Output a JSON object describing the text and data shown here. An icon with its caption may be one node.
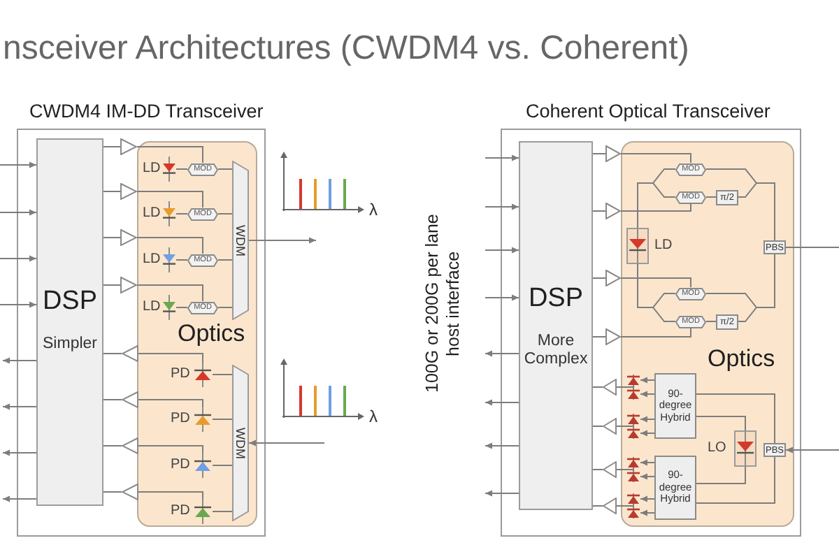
{
  "diagram": {
    "title": "nsceiver Architectures (CWDM4 vs. Coherent)",
    "nodes": [
      {
        "text": [
          "CWDM4 IM-DD Transceiver"
        ]
      },
      {
        "text": [
          "DSP",
          "Simpler"
        ],
        "in": 0
      },
      {
        "text": [
          "Optics"
        ],
        "in": 0
      },
      {
        "text": [],
        "shape": "triangle",
        "in": 0
      },
      {
        "text": [],
        "shape": "triangle",
        "in": 0
      },
      {
        "text": [],
        "shape": "triangle",
        "in": 0
      },
      {
        "text": [],
        "shape": "triangle",
        "in": 0
      },
      {
        "text": [
          "LD"
        ],
        "in": 2
      },
      {
        "text": [
          "LD"
        ],
        "in": 2
      },
      {
        "text": [
          "LD"
        ],
        "in": 2
      },
      {
        "text": [
          "LD"
        ],
        "in": 2
      },
      {
        "text": [
          "MOD"
        ],
        "in": 2
      },
      {
        "text": [
          "MOD"
        ],
        "in": 2
      },
      {
        "text": [
          "MOD"
        ],
        "in": 2
      },
      {
        "text": [
          "MOD"
        ],
        "in": 2
      },
      {
        "text": [
          "WDM"
        ],
        "in": 2
      },
      {
        "text": [],
        "shape": "triangle",
        "in": 0
      },
      {
        "text": [],
        "shape": "triangle",
        "in": 0
      },
      {
        "text": [],
        "shape": "triangle",
        "in": 0
      },
      {
        "text": [],
        "shape": "triangle",
        "in": 0
      },
      {
        "text": [
          "PD"
        ],
        "in": 2
      },
      {
        "text": [
          "PD"
        ],
        "in": 2
      },
      {
        "text": [
          "PD"
        ],
        "in": 2
      },
      {
        "text": [
          "PD"
        ],
        "in": 2
      },
      {
        "text": [
          "WDM"
        ],
        "in": 2
      },
      {
        "text": [
          "Coherent Optical Transceiver"
        ]
      },
      {
        "text": [
          "DSP",
          "More Complex"
        ],
        "in": 25
      },
      {
        "text": [
          "Optics"
        ],
        "in": 25
      },
      {
        "text": [],
        "shape": "triangle",
        "in": 25
      },
      {
        "text": [],
        "shape": "triangle",
        "in": 25
      },
      {
        "text": [],
        "shape": "triangle",
        "in": 25
      },
      {
        "text": [],
        "shape": "triangle",
        "in": 25
      },
      {
        "text": [
          "LD"
        ],
        "in": 27
      },
      {
        "text": [
          "MOD"
        ],
        "in": 27
      },
      {
        "text": [
          "MOD"
        ],
        "in": 27
      },
      {
        "text": [
          "MOD"
        ],
        "in": 27
      },
      {
        "text": [
          "MOD"
        ],
        "in": 27
      },
      {
        "text": [
          "π/2"
        ],
        "in": 27
      },
      {
        "text": [
          "π/2"
        ],
        "in": 27
      },
      {
        "text": [
          "PBS"
        ],
        "in": 27
      },
      {
        "text": [],
        "shape": "triangle",
        "in": 25
      },
      {
        "text": [],
        "shape": "triangle",
        "in": 25
      },
      {
        "text": [],
        "shape": "triangle",
        "in": 25
      },
      {
        "text": [],
        "shape": "triangle",
        "in": 25
      },
      {
        "text": [],
        "shape": "diode",
        "in": 27
      },
      {
        "text": [],
        "shape": "diode",
        "in": 27
      },
      {
        "text": [],
        "shape": "diode",
        "in": 27
      },
      {
        "text": [],
        "shape": "diode",
        "in": 27
      },
      {
        "text": [],
        "shape": "diode",
        "in": 27
      },
      {
        "text": [],
        "shape": "diode",
        "in": 27
      },
      {
        "text": [],
        "shape": "diode",
        "in": 27
      },
      {
        "text": [],
        "shape": "diode",
        "in": 27
      },
      {
        "text": [
          "90-degree Hybrid"
        ],
        "in": 27
      },
      {
        "text": [
          "90-degree Hybrid"
        ],
        "in": 27
      },
      {
        "text": [
          "LO"
        ],
        "in": 27
      },
      {
        "text": [
          "PBS"
        ],
        "in": 27
      }
    ],
    "edges": [
      {
        "from": null,
        "to": 1,
        "arrow": "to"
      },
      {
        "from": null,
        "to": 1,
        "arrow": "to"
      },
      {
        "from": null,
        "to": 1,
        "arrow": "to"
      },
      {
        "from": null,
        "to": 1,
        "arrow": "to"
      },
      {
        "from": 1,
        "to": null,
        "arrow": "to"
      },
      {
        "from": 1,
        "to": null,
        "arrow": "to"
      },
      {
        "from": 1,
        "to": null,
        "arrow": "to"
      },
      {
        "from": 1,
        "to": null,
        "arrow": "to"
      },
      {
        "from": 1,
        "to": 3,
        "arrow": "none"
      },
      {
        "from": 1,
        "to": 4,
        "arrow": "none"
      },
      {
        "from": 1,
        "to": 5,
        "arrow": "none"
      },
      {
        "from": 1,
        "to": 6,
        "arrow": "none"
      },
      {
        "from": 3,
        "to": 11,
        "arrow": "none"
      },
      {
        "from": 4,
        "to": 12,
        "arrow": "none"
      },
      {
        "from": 5,
        "to": 13,
        "arrow": "none"
      },
      {
        "from": 6,
        "to": 14,
        "arrow": "none"
      },
      {
        "from": 7,
        "to": 11,
        "arrow": "none"
      },
      {
        "from": 8,
        "to": 12,
        "arrow": "none"
      },
      {
        "from": 9,
        "to": 13,
        "arrow": "none"
      },
      {
        "from": 10,
        "to": 14,
        "arrow": "none"
      },
      {
        "from": 11,
        "to": 15,
        "arrow": "none"
      },
      {
        "from": 12,
        "to": 15,
        "arrow": "none"
      },
      {
        "from": 13,
        "to": 15,
        "arrow": "none"
      },
      {
        "from": 14,
        "to": 15,
        "arrow": "none"
      },
      {
        "from": 15,
        "to": null,
        "arrow": "to"
      },
      {
        "from": null,
        "to": 24,
        "arrow": "to"
      },
      {
        "from": 24,
        "to": 20,
        "arrow": "none"
      },
      {
        "from": 24,
        "to": 21,
        "arrow": "none"
      },
      {
        "from": 24,
        "to": 22,
        "arrow": "none"
      },
      {
        "from": 24,
        "to": 23,
        "arrow": "none"
      },
      {
        "from": 20,
        "to": 16,
        "arrow": "none"
      },
      {
        "from": 21,
        "to": 17,
        "arrow": "none"
      },
      {
        "from": 22,
        "to": 18,
        "arrow": "none"
      },
      {
        "from": 23,
        "to": 19,
        "arrow": "none"
      },
      {
        "from": 16,
        "to": 1,
        "arrow": "none"
      },
      {
        "from": 17,
        "to": 1,
        "arrow": "none"
      },
      {
        "from": 18,
        "to": 1,
        "arrow": "none"
      },
      {
        "from": 19,
        "to": 1,
        "arrow": "none"
      },
      {
        "from": null,
        "to": 26,
        "arrow": "to"
      },
      {
        "from": null,
        "to": 26,
        "arrow": "to"
      },
      {
        "from": null,
        "to": 26,
        "arrow": "to"
      },
      {
        "from": null,
        "to": 26,
        "arrow": "to"
      },
      {
        "from": 26,
        "to": null,
        "arrow": "to"
      },
      {
        "from": 26,
        "to": null,
        "arrow": "to"
      },
      {
        "from": 26,
        "to": null,
        "arrow": "to"
      },
      {
        "from": 26,
        "to": null,
        "arrow": "to"
      },
      {
        "from": 26,
        "to": 28,
        "arrow": "none"
      },
      {
        "from": 26,
        "to": 29,
        "arrow": "none"
      },
      {
        "from": 26,
        "to": 30,
        "arrow": "none"
      },
      {
        "from": 26,
        "to": 31,
        "arrow": "none"
      },
      {
        "from": 28,
        "to": 33,
        "arrow": "none"
      },
      {
        "from": 29,
        "to": 34,
        "arrow": "none"
      },
      {
        "from": 30,
        "to": 35,
        "arrow": "none"
      },
      {
        "from": 31,
        "to": 36,
        "arrow": "none"
      },
      {
        "from": 32,
        "to": 33,
        "arrow": "none"
      },
      {
        "from": 32,
        "to": 34,
        "arrow": "none"
      },
      {
        "from": 32,
        "to": 35,
        "arrow": "none"
      },
      {
        "from": 32,
        "to": 36,
        "arrow": "none"
      },
      {
        "from": 33,
        "to": 39,
        "arrow": "none"
      },
      {
        "from": 34,
        "to": 37,
        "arrow": "none"
      },
      {
        "from": 37,
        "to": 39,
        "arrow": "none"
      },
      {
        "from": 35,
        "to": 39,
        "arrow": "none"
      },
      {
        "from": 36,
        "to": 38,
        "arrow": "none"
      },
      {
        "from": 38,
        "to": 39,
        "arrow": "none"
      },
      {
        "from": 39,
        "to": null,
        "arrow": "none"
      },
      {
        "from": null,
        "to": 55,
        "arrow": "to"
      },
      {
        "from": 55,
        "to": 52,
        "arrow": "none"
      },
      {
        "from": 55,
        "to": 53,
        "arrow": "none"
      },
      {
        "from": 54,
        "to": 52,
        "arrow": "none"
      },
      {
        "from": 54,
        "to": 53,
        "arrow": "none"
      },
      {
        "from": 52,
        "to": 44,
        "arrow": "to"
      },
      {
        "from": 52,
        "to": 45,
        "arrow": "to"
      },
      {
        "from": 52,
        "to": 46,
        "arrow": "to"
      },
      {
        "from": 52,
        "to": 47,
        "arrow": "to"
      },
      {
        "from": 53,
        "to": 48,
        "arrow": "to"
      },
      {
        "from": 53,
        "to": 49,
        "arrow": "to"
      },
      {
        "from": 53,
        "to": 50,
        "arrow": "to"
      },
      {
        "from": 53,
        "to": 51,
        "arrow": "to"
      },
      {
        "from": 44,
        "to": 40,
        "arrow": "none"
      },
      {
        "from": 45,
        "to": 40,
        "arrow": "none"
      },
      {
        "from": 46,
        "to": 41,
        "arrow": "none"
      },
      {
        "from": 47,
        "to": 41,
        "arrow": "none"
      },
      {
        "from": 48,
        "to": 42,
        "arrow": "none"
      },
      {
        "from": 49,
        "to": 42,
        "arrow": "none"
      },
      {
        "from": 50,
        "to": 43,
        "arrow": "none"
      },
      {
        "from": 51,
        "to": 43,
        "arrow": "none"
      },
      {
        "from": 40,
        "to": 26,
        "arrow": "none"
      },
      {
        "from": 41,
        "to": 26,
        "arrow": "none"
      },
      {
        "from": 42,
        "to": 26,
        "arrow": "none"
      },
      {
        "from": 43,
        "to": 26,
        "arrow": "none"
      }
    ],
    "labels": [
      "λ",
      "100G or 200G per lane host interface",
      "λ"
    ]
  }
}
